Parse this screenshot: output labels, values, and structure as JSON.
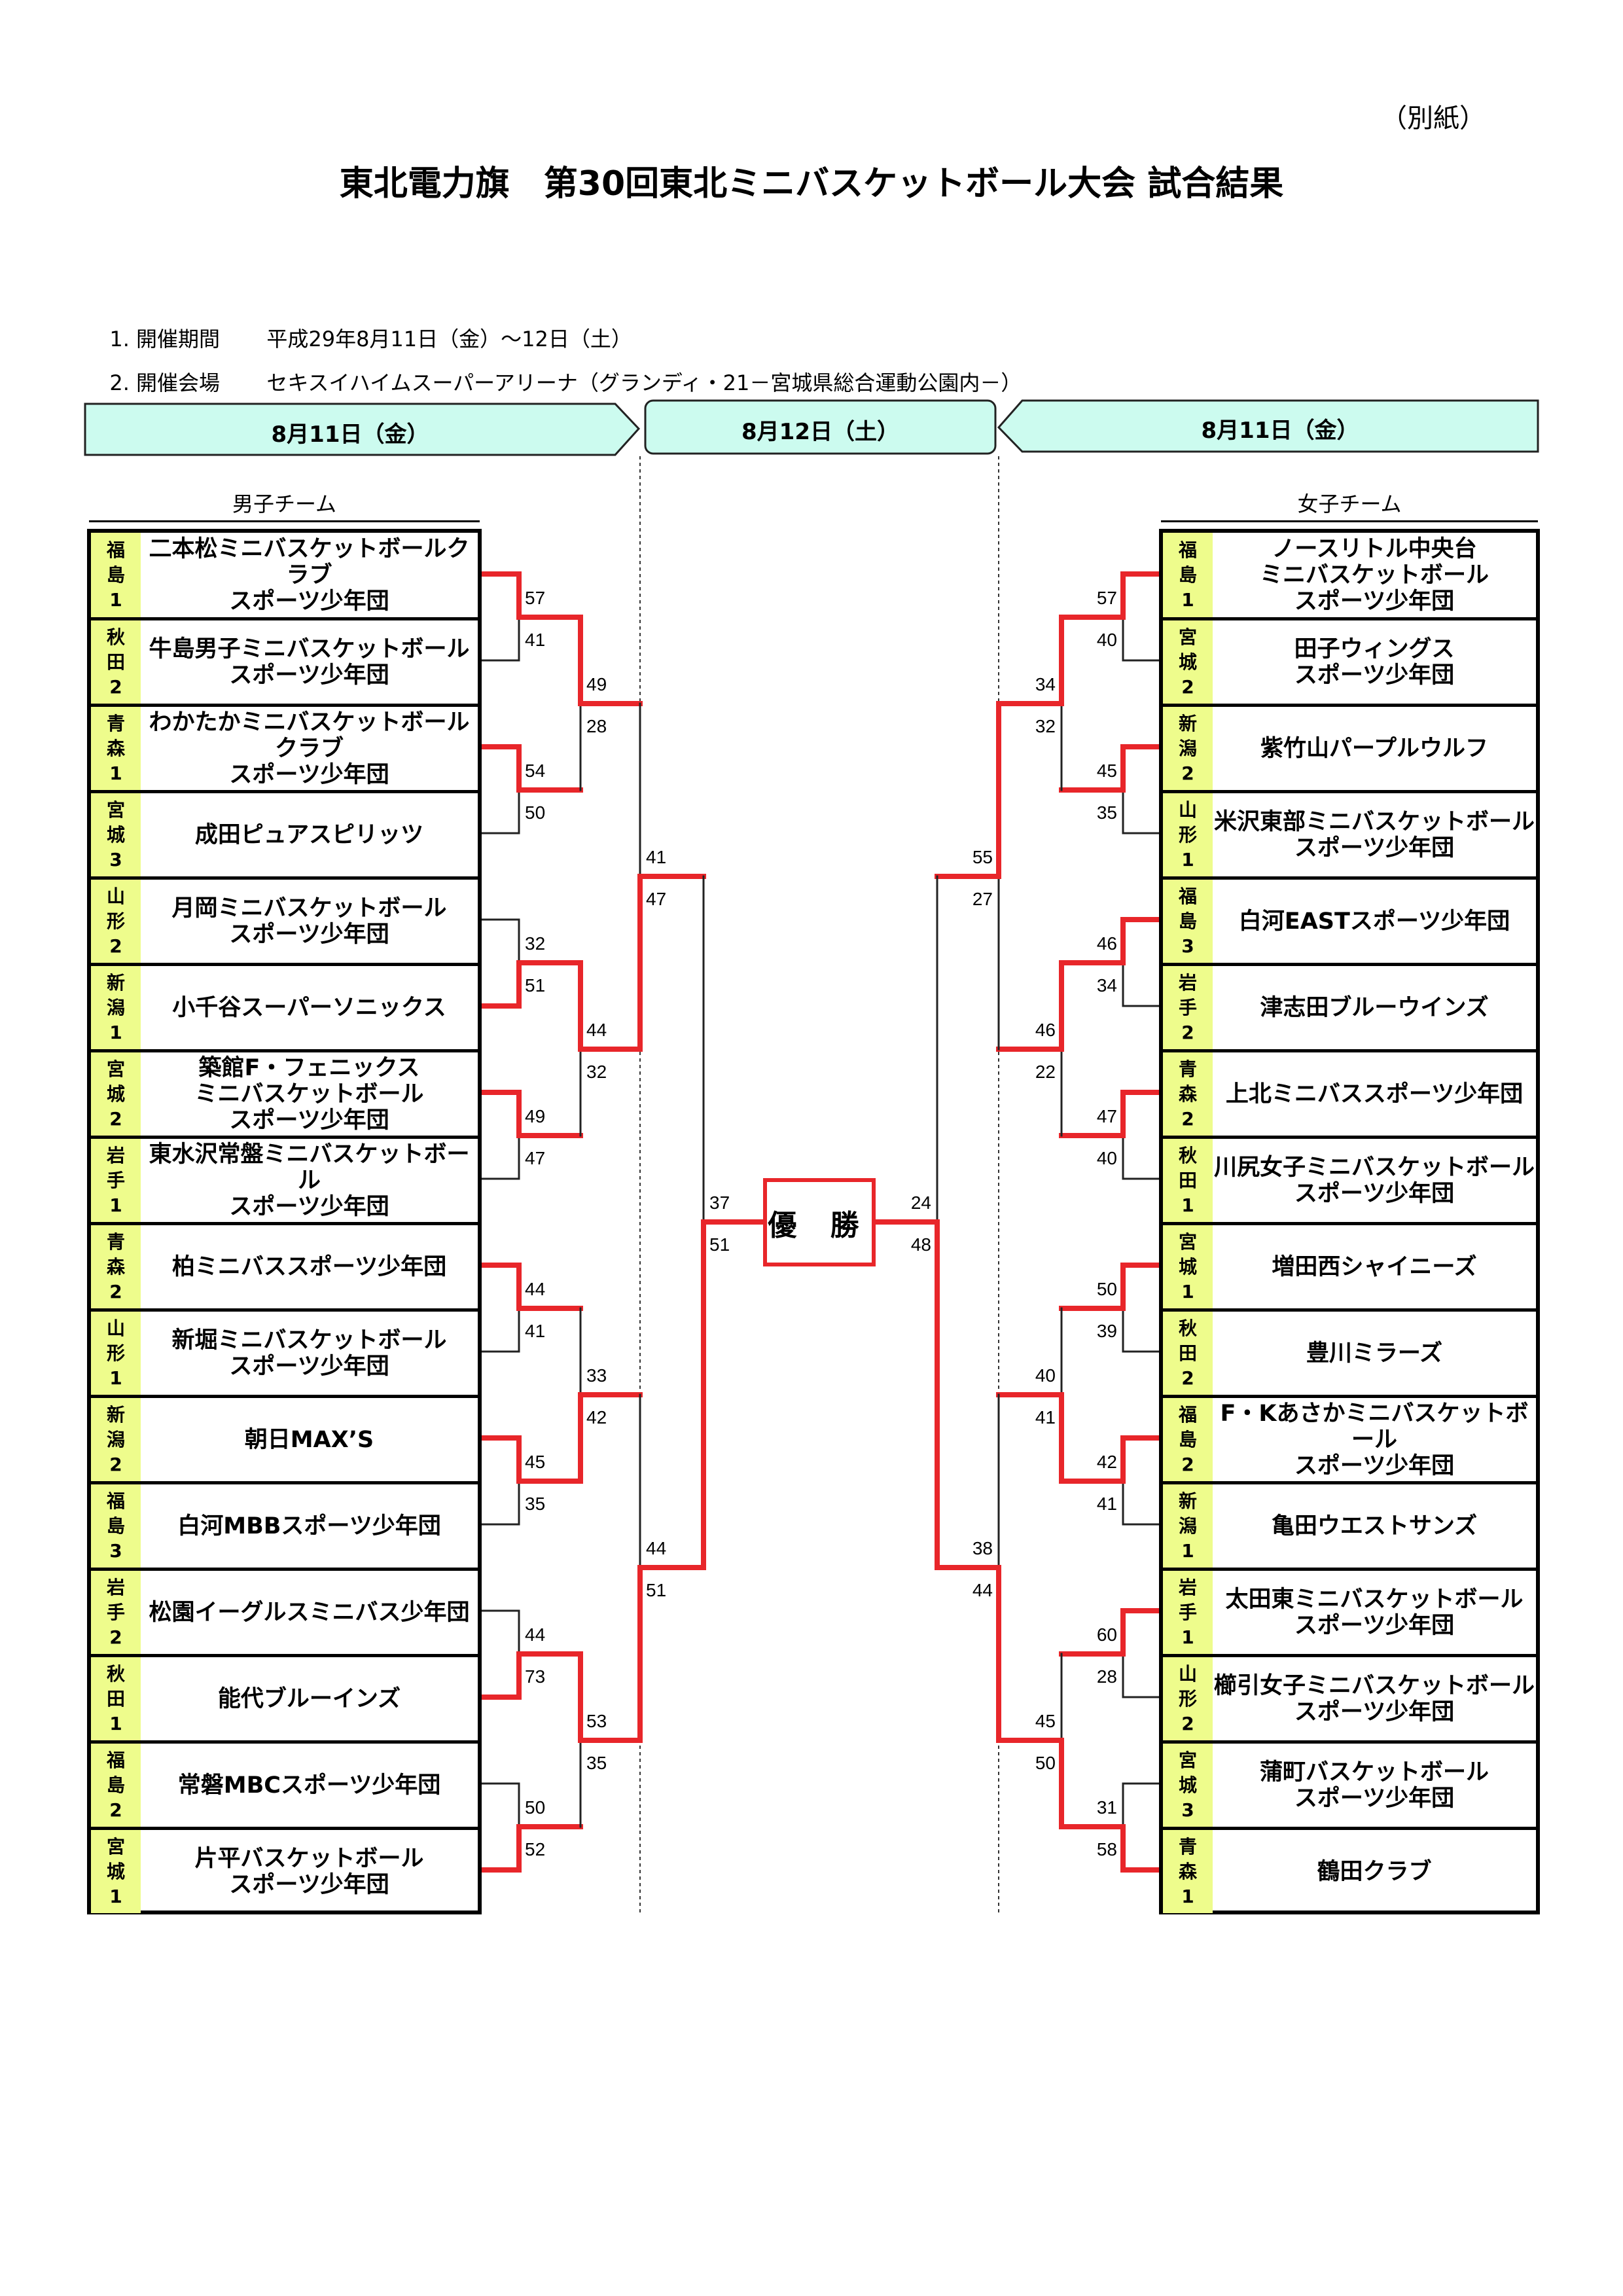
{
  "header": {
    "attachment": "（別紙）",
    "title": "東北電力旗　第30回東北ミニバスケットボール大会 試合結果",
    "period_label": "1. 開催期間",
    "period": "平成29年8月11日（金）～12日（土）",
    "venue_label": "2. 開催会場",
    "venue": "セキスイハイムスーパーアリーナ（グランディ・21－宮城県総合運動公園内－）"
  },
  "banners": {
    "left": "8月11日（金）",
    "center": "8月12日（土）",
    "right": "8月11日（金）"
  },
  "champion_label": "優 勝",
  "colors": {
    "winner_line": "#e8262a",
    "banner_fill": "#ccfbef",
    "pref_fill": "#eefc8c"
  },
  "boys": {
    "label": "男子チーム",
    "teams": [
      {
        "pref": "福島",
        "seed": "1",
        "name": "二本松ミニバスケットボールクラブ\nスポーツ少年団"
      },
      {
        "pref": "秋田",
        "seed": "2",
        "name": "牛島男子ミニバスケットボール\nスポーツ少年団"
      },
      {
        "pref": "青森",
        "seed": "1",
        "name": "わかたかミニバスケットボールクラブ\nスポーツ少年団"
      },
      {
        "pref": "宮城",
        "seed": "3",
        "name": "成田ピュアスピリッツ"
      },
      {
        "pref": "山形",
        "seed": "2",
        "name": "月岡ミニバスケットボール\nスポーツ少年団"
      },
      {
        "pref": "新潟",
        "seed": "1",
        "name": "小千谷スーパーソニックス"
      },
      {
        "pref": "宮城",
        "seed": "2",
        "name": "築館F・フェニックス\nミニバスケットボール\nスポーツ少年団"
      },
      {
        "pref": "岩手",
        "seed": "1",
        "name": "東水沢常盤ミニバスケットボール\nスポーツ少年団"
      },
      {
        "pref": "青森",
        "seed": "2",
        "name": "柏ミニバススポーツ少年団"
      },
      {
        "pref": "山形",
        "seed": "1",
        "name": "新堀ミニバスケットボール\nスポーツ少年団"
      },
      {
        "pref": "新潟",
        "seed": "2",
        "name": "朝日MAX’S"
      },
      {
        "pref": "福島",
        "seed": "3",
        "name": "白河MBBスポーツ少年団"
      },
      {
        "pref": "岩手",
        "seed": "2",
        "name": "松園イーグルスミニバス少年団"
      },
      {
        "pref": "秋田",
        "seed": "1",
        "name": "能代ブルーインズ"
      },
      {
        "pref": "福島",
        "seed": "2",
        "name": "常磐MBCスポーツ少年団"
      },
      {
        "pref": "宮城",
        "seed": "1",
        "name": "片平バスケットボール\nスポーツ少年団"
      }
    ],
    "rounds": [
      [
        {
          "scores": [
            57,
            41
          ],
          "winner": 0
        },
        {
          "scores": [
            54,
            50
          ],
          "winner": 0
        },
        {
          "scores": [
            32,
            51
          ],
          "winner": 1
        },
        {
          "scores": [
            49,
            47
          ],
          "winner": 0
        },
        {
          "scores": [
            44,
            41
          ],
          "winner": 0
        },
        {
          "scores": [
            45,
            35
          ],
          "winner": 0
        },
        {
          "scores": [
            44,
            73
          ],
          "winner": 1
        },
        {
          "scores": [
            50,
            52
          ],
          "winner": 1
        }
      ],
      [
        {
          "scores": [
            49,
            28
          ],
          "winner": 0
        },
        {
          "scores": [
            44,
            32
          ],
          "winner": 0
        },
        {
          "scores": [
            33,
            42
          ],
          "winner": 1
        },
        {
          "scores": [
            53,
            35
          ],
          "winner": 0
        }
      ],
      [
        {
          "scores": [
            41,
            47
          ],
          "winner": 1
        },
        {
          "scores": [
            44,
            51
          ],
          "winner": 1
        }
      ],
      [
        {
          "scores": [
            37,
            51
          ],
          "winner": 1
        }
      ]
    ]
  },
  "girls": {
    "label": "女子チーム",
    "teams": [
      {
        "pref": "福島",
        "seed": "1",
        "name": "ノースリトル中央台\nミニバスケットボール\nスポーツ少年団"
      },
      {
        "pref": "宮城",
        "seed": "2",
        "name": "田子ウィングス\nスポーツ少年団"
      },
      {
        "pref": "新潟",
        "seed": "2",
        "name": "紫竹山パープルウルフ"
      },
      {
        "pref": "山形",
        "seed": "1",
        "name": "米沢東部ミニバスケットボール\nスポーツ少年団"
      },
      {
        "pref": "福島",
        "seed": "3",
        "name": "白河EASTスポーツ少年団"
      },
      {
        "pref": "岩手",
        "seed": "2",
        "name": "津志田ブルーウインズ"
      },
      {
        "pref": "青森",
        "seed": "2",
        "name": "上北ミニバススポーツ少年団"
      },
      {
        "pref": "秋田",
        "seed": "1",
        "name": "川尻女子ミニバスケットボール\nスポーツ少年団"
      },
      {
        "pref": "宮城",
        "seed": "1",
        "name": "増田西シャイニーズ"
      },
      {
        "pref": "秋田",
        "seed": "2",
        "name": "豊川ミラーズ"
      },
      {
        "pref": "福島",
        "seed": "2",
        "name": "F・Kあさかミニバスケットボール\nスポーツ少年団"
      },
      {
        "pref": "新潟",
        "seed": "1",
        "name": "亀田ウエストサンズ"
      },
      {
        "pref": "岩手",
        "seed": "1",
        "name": "太田東ミニバスケットボール\nスポーツ少年団"
      },
      {
        "pref": "山形",
        "seed": "2",
        "name": "櫛引女子ミニバスケットボール\nスポーツ少年団"
      },
      {
        "pref": "宮城",
        "seed": "3",
        "name": "蒲町バスケットボール\nスポーツ少年団"
      },
      {
        "pref": "青森",
        "seed": "1",
        "name": "鶴田クラブ"
      }
    ],
    "rounds": [
      [
        {
          "scores": [
            57,
            40
          ],
          "winner": 0
        },
        {
          "scores": [
            45,
            35
          ],
          "winner": 0
        },
        {
          "scores": [
            46,
            34
          ],
          "winner": 0
        },
        {
          "scores": [
            47,
            40
          ],
          "winner": 0
        },
        {
          "scores": [
            50,
            39
          ],
          "winner": 0
        },
        {
          "scores": [
            42,
            41
          ],
          "winner": 0
        },
        {
          "scores": [
            60,
            28
          ],
          "winner": 0
        },
        {
          "scores": [
            31,
            58
          ],
          "winner": 1
        }
      ],
      [
        {
          "scores": [
            34,
            32
          ],
          "winner": 0
        },
        {
          "scores": [
            46,
            22
          ],
          "winner": 0
        },
        {
          "scores": [
            40,
            41
          ],
          "winner": 1
        },
        {
          "scores": [
            45,
            50
          ],
          "winner": 1
        }
      ],
      [
        {
          "scores": [
            55,
            27
          ],
          "winner": 0
        },
        {
          "scores": [
            38,
            44
          ],
          "winner": 1
        }
      ],
      [
        {
          "scores": [
            24,
            48
          ],
          "winner": 1
        }
      ]
    ]
  }
}
